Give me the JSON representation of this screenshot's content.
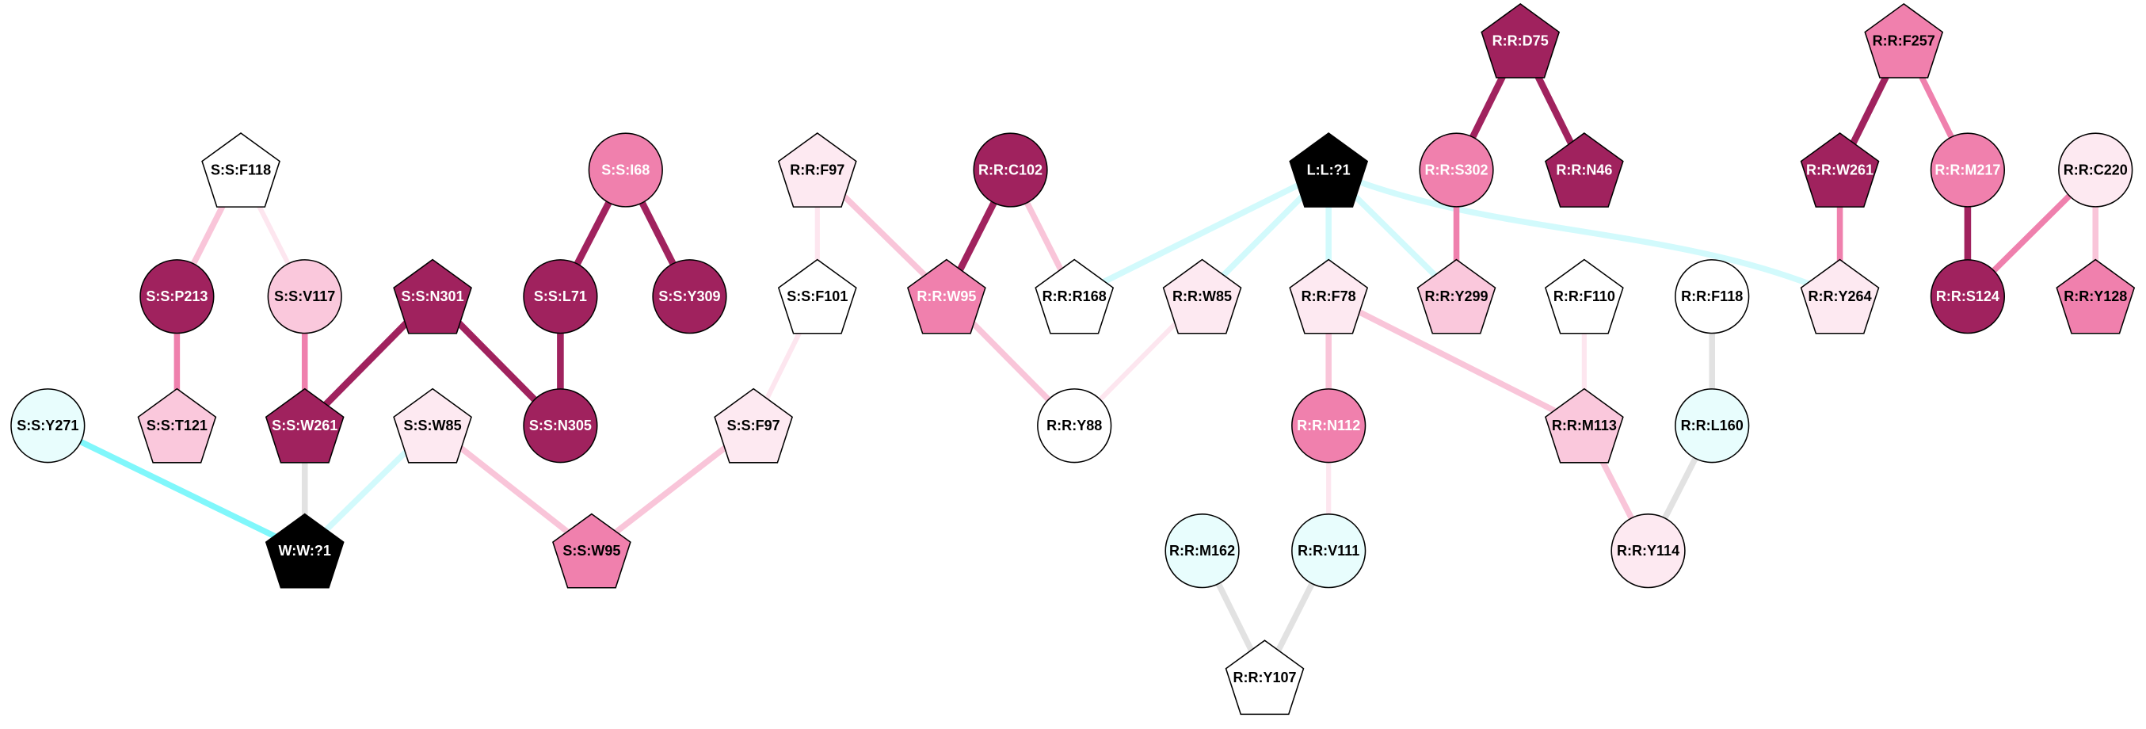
{
  "diagram": {
    "nodes": [
      {
        "label": "S:S:F118",
        "shape": "pentagon",
        "fill": "#ffffff",
        "text_color": "#000000"
      },
      {
        "label": "S:S:P213",
        "shape": "circle",
        "fill": "#a0225e",
        "text_color": "#ffffff"
      },
      {
        "label": "S:S:V117",
        "shape": "circle",
        "fill": "#fac8dc",
        "text_color": "#000000"
      },
      {
        "label": "S:S:T121",
        "shape": "pentagon",
        "fill": "#fac8dc",
        "text_color": "#000000"
      },
      {
        "label": "S:S:W261",
        "shape": "pentagon",
        "fill": "#a0225e",
        "text_color": "#ffffff"
      },
      {
        "label": "S:S:N301",
        "shape": "pentagon",
        "fill": "#a0225e",
        "text_color": "#ffffff"
      },
      {
        "label": "S:S:I68",
        "shape": "circle",
        "fill": "#f080ad",
        "text_color": "#ffffff"
      },
      {
        "label": "S:S:L71",
        "shape": "circle",
        "fill": "#a0225e",
        "text_color": "#ffffff"
      },
      {
        "label": "S:S:Y309",
        "shape": "circle",
        "fill": "#a0225e",
        "text_color": "#ffffff"
      },
      {
        "label": "S:S:N305",
        "shape": "circle",
        "fill": "#a0225e",
        "text_color": "#ffffff"
      },
      {
        "label": "S:S:Y271",
        "shape": "circle",
        "fill": "#e8fdfd",
        "text_color": "#000000"
      },
      {
        "label": "W:W:?1",
        "shape": "pentagon",
        "fill": "#000000",
        "text_color": "#ffffff"
      },
      {
        "label": "S:S:W85",
        "shape": "pentagon",
        "fill": "#fde9f1",
        "text_color": "#000000"
      },
      {
        "label": "S:S:W95",
        "shape": "pentagon",
        "fill": "#f080ad",
        "text_color": "#000000"
      },
      {
        "label": "S:S:F97",
        "shape": "pentagon",
        "fill": "#fde9f1",
        "text_color": "#000000"
      },
      {
        "label": "S:S:F101",
        "shape": "pentagon",
        "fill": "#ffffff",
        "text_color": "#000000"
      },
      {
        "label": "R:R:F97",
        "shape": "pentagon",
        "fill": "#fde9f1",
        "text_color": "#000000"
      },
      {
        "label": "R:R:C102",
        "shape": "circle",
        "fill": "#a0225e",
        "text_color": "#ffffff"
      },
      {
        "label": "R:R:W95",
        "shape": "pentagon",
        "fill": "#f080ad",
        "text_color": "#ffffff"
      },
      {
        "label": "R:R:R168",
        "shape": "pentagon",
        "fill": "#ffffff",
        "text_color": "#000000"
      },
      {
        "label": "R:R:Y88",
        "shape": "circle",
        "fill": "#ffffff",
        "text_color": "#000000"
      },
      {
        "label": "R:R:W85",
        "shape": "pentagon",
        "fill": "#fde9f1",
        "text_color": "#000000"
      },
      {
        "label": "L:L:?1",
        "shape": "pentagon",
        "fill": "#000000",
        "text_color": "#ffffff"
      },
      {
        "label": "R:R:F78",
        "shape": "pentagon",
        "fill": "#fde9f1",
        "text_color": "#000000"
      },
      {
        "label": "R:R:N112",
        "shape": "circle",
        "fill": "#f080ad",
        "text_color": "#ffffff"
      },
      {
        "label": "R:R:V111",
        "shape": "circle",
        "fill": "#e8fdfd",
        "text_color": "#000000"
      },
      {
        "label": "R:R:M162",
        "shape": "circle",
        "fill": "#e8fdfd",
        "text_color": "#000000"
      },
      {
        "label": "R:R:Y107",
        "shape": "pentagon",
        "fill": "#ffffff",
        "text_color": "#000000"
      },
      {
        "label": "R:R:D75",
        "shape": "pentagon",
        "fill": "#a0225e",
        "text_color": "#ffffff"
      },
      {
        "label": "R:R:S302",
        "shape": "circle",
        "fill": "#f080ad",
        "text_color": "#ffffff"
      },
      {
        "label": "R:R:N46",
        "shape": "pentagon",
        "fill": "#a0225e",
        "text_color": "#ffffff"
      },
      {
        "label": "R:R:Y299",
        "shape": "pentagon",
        "fill": "#fac8dc",
        "text_color": "#000000"
      },
      {
        "label": "R:R:F110",
        "shape": "pentagon",
        "fill": "#ffffff",
        "text_color": "#000000"
      },
      {
        "label": "R:R:M113",
        "shape": "pentagon",
        "fill": "#fac8dc",
        "text_color": "#000000"
      },
      {
        "label": "R:R:Y114",
        "shape": "circle",
        "fill": "#fde9f1",
        "text_color": "#000000"
      },
      {
        "label": "R:R:F118",
        "shape": "circle",
        "fill": "#ffffff",
        "text_color": "#000000"
      },
      {
        "label": "R:R:L160",
        "shape": "circle",
        "fill": "#e8fdfd",
        "text_color": "#000000"
      },
      {
        "label": "R:R:F257",
        "shape": "pentagon",
        "fill": "#f080ad",
        "text_color": "#000000"
      },
      {
        "label": "R:R:W261",
        "shape": "pentagon",
        "fill": "#a0225e",
        "text_color": "#ffffff"
      },
      {
        "label": "R:R:M217",
        "shape": "circle",
        "fill": "#f080ad",
        "text_color": "#ffffff"
      },
      {
        "label": "R:R:C220",
        "shape": "circle",
        "fill": "#fde9f1",
        "text_color": "#000000"
      },
      {
        "label": "R:R:Y264",
        "shape": "pentagon",
        "fill": "#fde9f1",
        "text_color": "#000000"
      },
      {
        "label": "R:R:S124",
        "shape": "circle",
        "fill": "#a0225e",
        "text_color": "#ffffff"
      },
      {
        "label": "R:R:Y128",
        "shape": "pentagon",
        "fill": "#f080ad",
        "text_color": "#000000"
      }
    ],
    "edges": [
      {
        "source": "S:S:F118",
        "target": "S:S:P213",
        "color": "#f9c5d9"
      },
      {
        "source": "S:S:F118",
        "target": "S:S:V117",
        "color": "#fde6ef"
      },
      {
        "source": "S:S:P213",
        "target": "S:S:T121",
        "color": "#ef80ad"
      },
      {
        "source": "S:S:V117",
        "target": "S:S:W261",
        "color": "#ef80ad"
      },
      {
        "source": "S:S:N301",
        "target": "S:S:W261",
        "color": "#a0225e"
      },
      {
        "source": "S:S:N301",
        "target": "S:S:N305",
        "color": "#a0225e"
      },
      {
        "source": "S:S:I68",
        "target": "S:S:L71",
        "color": "#a0225e"
      },
      {
        "source": "S:S:I68",
        "target": "S:S:Y309",
        "color": "#a0225e"
      },
      {
        "source": "S:S:L71",
        "target": "S:S:N305",
        "color": "#a0225e"
      },
      {
        "source": "S:S:Y271",
        "target": "W:W:?1",
        "color": "#80f7fb"
      },
      {
        "source": "S:S:W261",
        "target": "W:W:?1",
        "color": "#e2e2e2"
      },
      {
        "source": "S:S:W85",
        "target": "W:W:?1",
        "color": "#d2fafc"
      },
      {
        "source": "S:S:W85",
        "target": "S:S:W95",
        "color": "#f9c5d9"
      },
      {
        "source": "S:S:F97",
        "target": "S:S:W95",
        "color": "#f9c5d9"
      },
      {
        "source": "S:S:F101",
        "target": "S:S:F97",
        "color": "#fde6ef"
      },
      {
        "source": "R:R:F97",
        "target": "S:S:F101",
        "color": "#fde6ef"
      },
      {
        "source": "R:R:F97",
        "target": "R:R:W95",
        "color": "#f9c5d9"
      },
      {
        "source": "R:R:C102",
        "target": "R:R:W95",
        "color": "#a0225e"
      },
      {
        "source": "R:R:C102",
        "target": "R:R:R168",
        "color": "#f9c5d9"
      },
      {
        "source": "R:R:W95",
        "target": "R:R:Y88",
        "color": "#f9c5d9"
      },
      {
        "source": "R:R:W85",
        "target": "R:R:Y88",
        "color": "#fde6ef"
      },
      {
        "source": "L:L:?1",
        "target": "R:R:R168",
        "color": "#d2fafc"
      },
      {
        "source": "L:L:?1",
        "target": "R:R:W85",
        "color": "#d2fafc"
      },
      {
        "source": "L:L:?1",
        "target": "R:R:F78",
        "color": "#d2fafc"
      },
      {
        "source": "L:L:?1",
        "target": "R:R:Y299",
        "color": "#d2fafc"
      },
      {
        "source": "L:L:?1",
        "target": "R:R:Y264",
        "color": "#d2fafc"
      },
      {
        "source": "R:R:F78",
        "target": "R:R:N112",
        "color": "#f9c5d9"
      },
      {
        "source": "R:R:F78",
        "target": "R:R:M113",
        "color": "#f9c5d9"
      },
      {
        "source": "R:R:N112",
        "target": "R:R:V111",
        "color": "#fde6ef"
      },
      {
        "source": "R:R:V111",
        "target": "R:R:Y107",
        "color": "#e2e2e2"
      },
      {
        "source": "R:R:M162",
        "target": "R:R:Y107",
        "color": "#e2e2e2"
      },
      {
        "source": "R:R:D75",
        "target": "R:R:S302",
        "color": "#a0225e"
      },
      {
        "source": "R:R:D75",
        "target": "R:R:N46",
        "color": "#a0225e"
      },
      {
        "source": "R:R:S302",
        "target": "R:R:Y299",
        "color": "#ef80ad"
      },
      {
        "source": "R:R:F110",
        "target": "R:R:M113",
        "color": "#fde6ef"
      },
      {
        "source": "R:R:M113",
        "target": "R:R:Y114",
        "color": "#f9c5d9"
      },
      {
        "source": "R:R:L160",
        "target": "R:R:Y114",
        "color": "#e2e2e2"
      },
      {
        "source": "R:R:F118",
        "target": "R:R:L160",
        "color": "#e2e2e2"
      },
      {
        "source": "R:R:F257",
        "target": "R:R:W261",
        "color": "#a0225e"
      },
      {
        "source": "R:R:F257",
        "target": "R:R:M217",
        "color": "#ef80ad"
      },
      {
        "source": "R:R:W261",
        "target": "R:R:Y264",
        "color": "#ef80ad"
      },
      {
        "source": "R:R:M217",
        "target": "R:R:S124",
        "color": "#a0225e"
      },
      {
        "source": "R:R:C220",
        "target": "R:R:S124",
        "color": "#ef80ad"
      },
      {
        "source": "R:R:C220",
        "target": "R:R:Y128",
        "color": "#f9c5d9"
      }
    ]
  }
}
